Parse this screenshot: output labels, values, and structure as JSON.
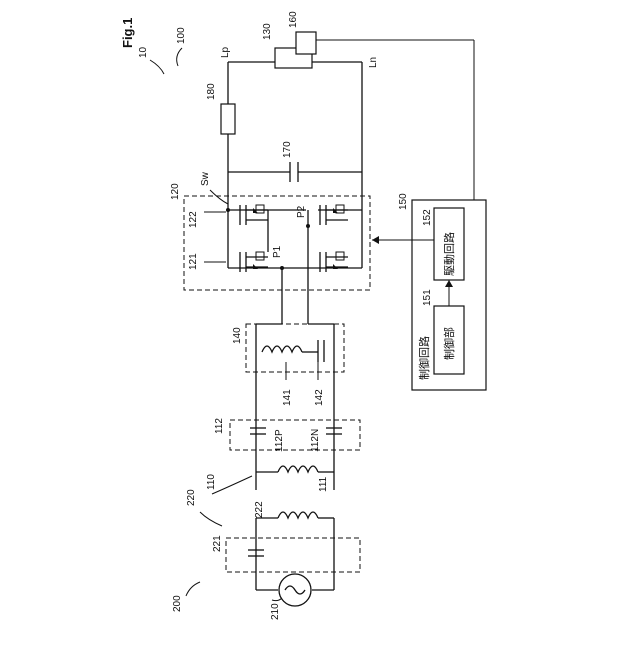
{
  "figure": {
    "title": "Fig.1",
    "refs": {
      "system": "10",
      "device": "100",
      "source_side": "200",
      "ac_source": "210",
      "filter_221": "221",
      "block_220": "220",
      "inductor_222": "222",
      "block_110": "110",
      "inductor_111": "111",
      "block_112": "112",
      "cap_112p": "112P",
      "cap_112n": "112N",
      "resonant": "140",
      "res_inductor": "141",
      "res_capacitor": "142",
      "bridge": "120",
      "leg_121": "121",
      "leg_122": "122",
      "node_p1": "P1",
      "node_p2": "P2",
      "switch_sw": "Sw",
      "cap_170": "170",
      "resistor_180": "180",
      "battery": "130",
      "sensor": "160",
      "line_p": "Lp",
      "line_n": "Ln",
      "controller": "150",
      "driver_ref": "152",
      "control_ref": "151"
    },
    "driver_label": "駆動回路",
    "control_label": "制御部",
    "controller_label": "制御回路"
  }
}
